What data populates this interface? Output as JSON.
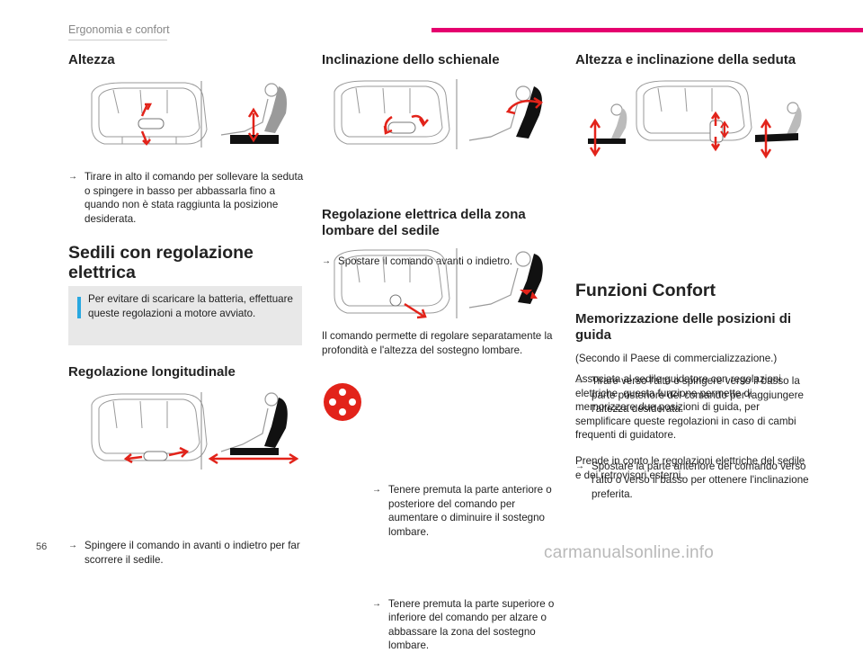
{
  "header": {
    "section": "Ergonomia e confort"
  },
  "page_number": "56",
  "watermark": "carmanualsonline.info",
  "col1": {
    "altezza": {
      "title": "Altezza",
      "text": "Tirare in alto il comando per sollevare la seduta o spingere in basso per abbassarla fino a quando non è stata raggiunta la posizione desiderata."
    },
    "sedili": {
      "title": "Sedili con regolazione elettrica",
      "note": "Per evitare di scaricare la batteria, effettuare queste regolazioni a motore avviato."
    },
    "longitudinale": {
      "title": "Regolazione longitudinale",
      "text": "Spingere il comando in avanti o indietro per far scorrere il sedile."
    }
  },
  "col2": {
    "inclinazione": {
      "title": "Inclinazione dello schienale",
      "text": "Spostare il comando avanti o indietro."
    },
    "lombare": {
      "title": "Regolazione elettrica della zona lombare del sedile",
      "intro": "Il comando permette di regolare separatamente la profondità e l'altezza del sostegno lombare.",
      "bullet1": "Tenere premuta la parte anteriore o posteriore del comando per aumentare o diminuire il sostegno lombare.",
      "bullet2": "Tenere premuta la parte superiore o inferiore del comando per alzare o abbassare la zona del sostegno lombare."
    }
  },
  "col3": {
    "seduta": {
      "title": "Altezza e inclinazione della seduta",
      "bullet1": "Tirare verso l'alto o spingere verso il basso la parte posteriore del comando per raggiungere l'altezza desiderata.",
      "bullet2": "Spostare la parte anteriore del comando verso l'alto o verso il basso per ottenere l'inclinazione preferita."
    },
    "confort": {
      "title": "Funzioni Confort",
      "sub_title": "Memorizzazione delle posizioni di guida",
      "country": "(Secondo il Paese di commercializzazione.)",
      "p1": "Associata al sedile guidatore con regolazioni elettriche, questa funzione permette di memorizzare due posizioni di guida, per semplificare queste regolazioni in caso di cambi frequenti di guidatore.",
      "p2": "Prende in conto le regolazioni elettriche del sedile e dei retrovisori esterni."
    }
  },
  "colors": {
    "accent": "#e5006e",
    "arrow": "#e2231a",
    "info": "#29a8e0",
    "note_bg": "#e8e8e8"
  }
}
